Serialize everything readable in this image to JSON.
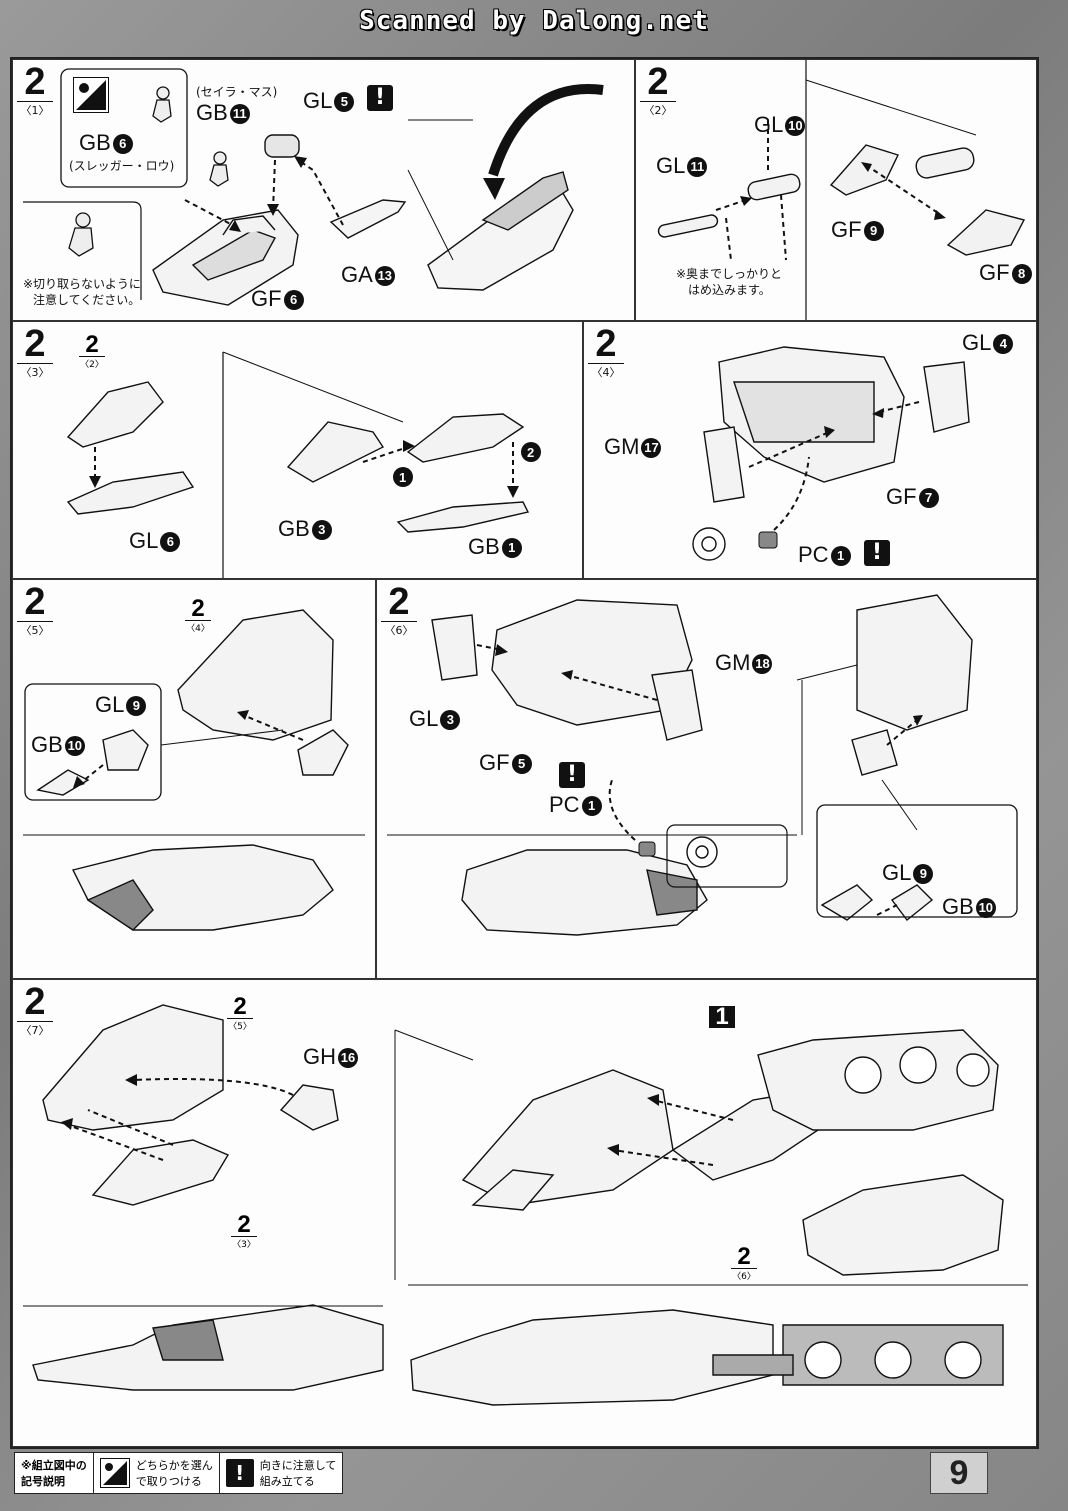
{
  "header": {
    "scan_credit": "Scanned by Dalong.net"
  },
  "page_number": "9",
  "legend": {
    "title_line1": "※組立図中の",
    "title_line2": "記号説明",
    "choose_line1": "どちらかを選ん",
    "choose_line2": "で取りつける",
    "warn_line1": "向きに注意して",
    "warn_line2": "組み立てる",
    "warn_symbol": "!"
  },
  "steps": {
    "s1": {
      "num": "2",
      "sub": "〈1〉",
      "pilot_a_name": "(セイラ・マス)",
      "pilot_a_part": "GB",
      "pilot_a_no": "11",
      "pilot_b_part": "GB",
      "pilot_b_no": "6",
      "pilot_b_name": "(スレッガー・ロウ)",
      "part_gl": "GL",
      "part_gl_no": "5",
      "part_ga": "GA",
      "part_ga_no": "13",
      "part_gf": "GF",
      "part_gf_no": "6",
      "note_line1": "※切り取らないように",
      "note_line2": "注意してください。",
      "warn_symbol": "!"
    },
    "s2": {
      "num": "2",
      "sub": "〈2〉",
      "part_gl10": "GL",
      "part_gl10_no": "10",
      "part_gl11": "GL",
      "part_gl11_no": "11",
      "part_gf9": "GF",
      "part_gf9_no": "9",
      "part_gf8": "GF",
      "part_gf8_no": "8",
      "note_line1": "※奥までしっかりと",
      "note_line2": "はめ込みます。"
    },
    "s3": {
      "num": "2",
      "sub": "〈3〉",
      "ref_num": "2",
      "ref_sub": "〈2〉",
      "part_gl6": "GL",
      "part_gl6_no": "6",
      "part_gb3": "GB",
      "part_gb3_no": "3",
      "part_gb1": "GB",
      "part_gb1_no": "1",
      "order1": "1",
      "order2": "2"
    },
    "s4": {
      "num": "2",
      "sub": "〈4〉",
      "part_gl4": "GL",
      "part_gl4_no": "4",
      "part_gm17": "GM",
      "part_gm17_no": "17",
      "part_gf7": "GF",
      "part_gf7_no": "7",
      "part_pc1": "PC",
      "part_pc1_no": "1",
      "warn_symbol": "!"
    },
    "s5": {
      "num": "2",
      "sub": "〈5〉",
      "ref_num": "2",
      "ref_sub": "〈4〉",
      "part_gl9": "GL",
      "part_gl9_no": "9",
      "part_gb10": "GB",
      "part_gb10_no": "10"
    },
    "s6": {
      "num": "2",
      "sub": "〈6〉",
      "part_gm18": "GM",
      "part_gm18_no": "18",
      "part_gl3": "GL",
      "part_gl3_no": "3",
      "part_gf5": "GF",
      "part_gf5_no": "5",
      "part_pc1": "PC",
      "part_pc1_no": "1",
      "part_gl9": "GL",
      "part_gl9_no": "9",
      "part_gb10": "GB",
      "part_gb10_no": "10",
      "warn_symbol": "!"
    },
    "s7": {
      "num": "2",
      "sub": "〈7〉",
      "ref5_num": "2",
      "ref5_sub": "〈5〉",
      "ref3_num": "2",
      "ref3_sub": "〈3〉",
      "part_gh16": "GH",
      "part_gh16_no": "16",
      "ref1_num": "1",
      "ref6_num": "2",
      "ref6_sub": "〈6〉"
    }
  }
}
